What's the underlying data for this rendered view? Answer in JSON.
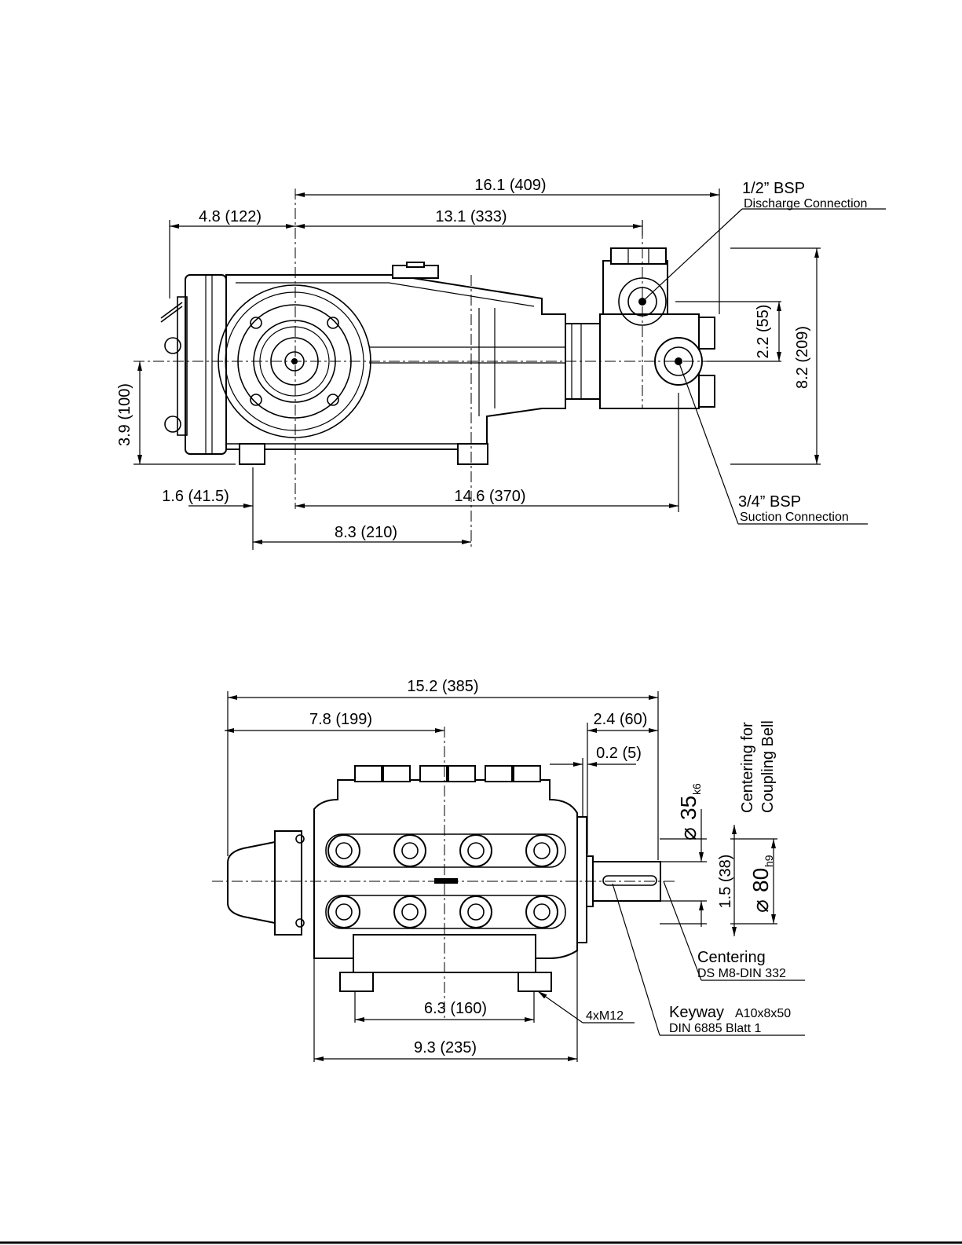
{
  "side_view": {
    "dim_overall": "16.1 (409)",
    "dim_front": "4.8 (122)",
    "dim_head": "13.1 (333)",
    "dim_outlet_offset": "2.2 (55)",
    "dim_height": "8.2 (209)",
    "dim_shaft_height": "3.9 (100)",
    "dim_foot_offset": "1.6 (41.5)",
    "dim_suction": "14.6 (370)",
    "dim_feet": "8.3 (210)",
    "discharge_size": "1/2” BSP",
    "discharge_label": "Discharge Connection",
    "suction_size": "3/4” BSP",
    "suction_label": "Suction Connection"
  },
  "top_view": {
    "dim_overall": "15.2 (385)",
    "dim_half": "7.8 (199)",
    "dim_shaft_len": "2.4 (60)",
    "dim_shoulder": "0.2 (5)",
    "dim_shaft_dia": "35",
    "dim_shaft_tol": "k6",
    "dim_bell_dia": "80",
    "dim_bell_tol": "h9",
    "dim_key": "1.5 (38)",
    "bell_label_1": "Centering for",
    "bell_label_2": "Coupling Bell",
    "dim_feet_inner": "6.3 (160)",
    "dim_feet_outer": "9.3 (235)",
    "bolts": "4xM12",
    "centering_label": "Centering",
    "centering_spec": "DS M8-DIN 332",
    "keyway_label": "Keyway",
    "keyway_size": "A10x8x50",
    "keyway_spec": "DIN 6885 Blatt 1",
    "diameter_symbol": "⌀"
  }
}
